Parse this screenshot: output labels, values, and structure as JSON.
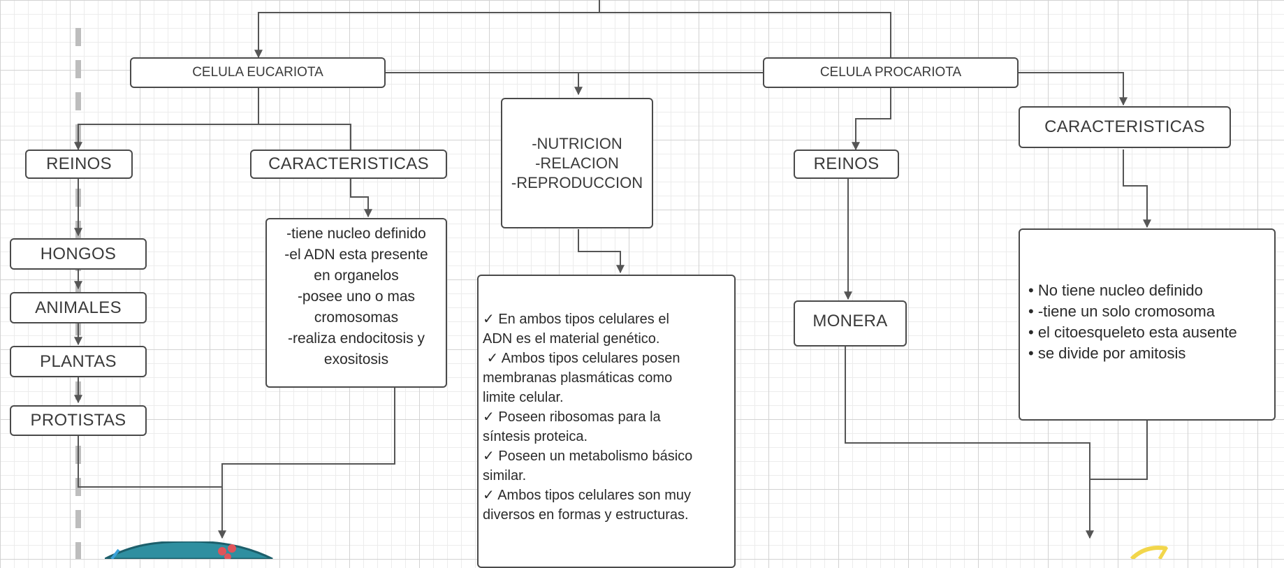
{
  "nodes": {
    "eucariota": "CELULA EUCARIOTA",
    "procariota": "CELULA PROCARIOTA",
    "reinos_euk": "REINOS",
    "caract_euk": "CARACTERISTICAS",
    "funciones": "-NUTRICION\n-RELACION\n-REPRODUCCION",
    "reinos_pro": "REINOS",
    "caract_pro": "CARACTERISTICAS",
    "hongos": "HONGOS",
    "animales": "ANIMALES",
    "plantas": "PLANTAS",
    "protistas": "PROTISTAS",
    "monera": "MONERA"
  },
  "eucariota_caracteristicas": [
    "-tiene nucleo definido",
    "-el ADN esta presente",
    "en organelos",
    "-posee uno o mas",
    "cromosomas",
    "-realiza endocitosis y",
    "exositosis"
  ],
  "similitudes": [
    "✓ En ambos tipos celulares el",
    "ADN es el material genético.",
    " ✓ Ambos tipos celulares posen",
    "membranas plasmáticas como",
    "limite celular.",
    "✓ Poseen ribosomas para la",
    "síntesis proteica.",
    "✓ Poseen un metabolismo básico",
    "similar.",
    "✓ Ambos tipos celulares son muy",
    "diversos en formas y estructuras."
  ],
  "procariota_caracteristicas": [
    "• No tiene nucleo definido",
    "• -tiene un solo cromosoma",
    "• el citoesqueleto esta ausente",
    "• se divide por amitosis"
  ]
}
